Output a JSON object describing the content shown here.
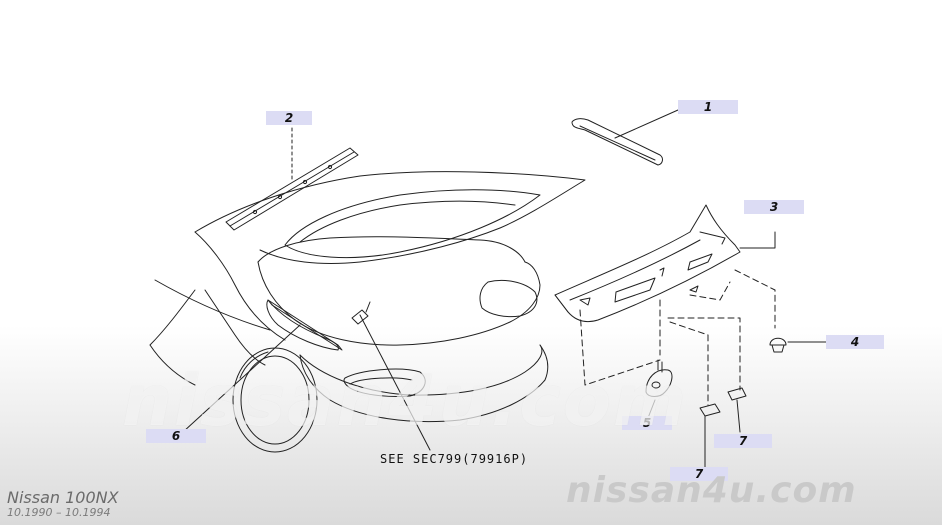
{
  "callouts": [
    "1",
    "2",
    "3",
    "4",
    "5",
    "6",
    "7",
    "7"
  ],
  "reference_note": "SEE SEC799(79916P)",
  "watermark": "nissan4u.com",
  "corner_logo": "nissan4u.com",
  "model": {
    "name": "Nissan 100NX",
    "years": "10.1990  –  10.1994"
  }
}
